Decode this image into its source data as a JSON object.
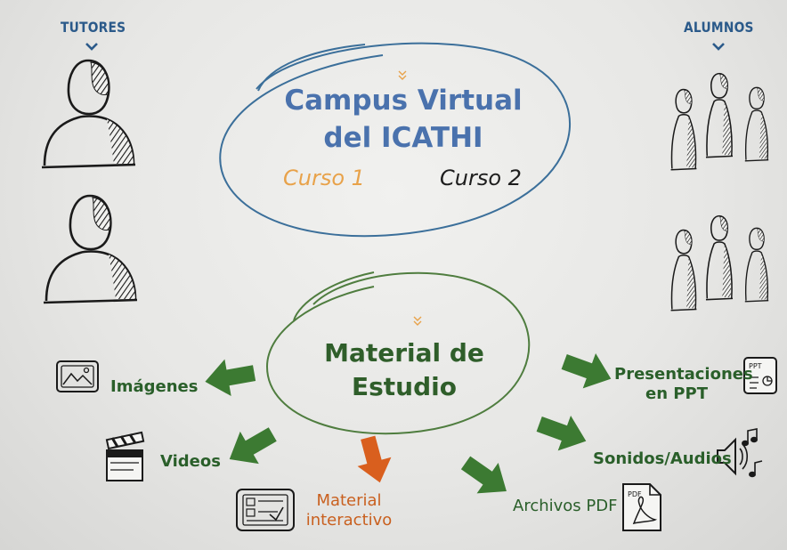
{
  "colors": {
    "role_label": "#2b5a8a",
    "hub_top_title": "#4a72ad",
    "hub_top_ring": "#3b6f9a",
    "hub_bottom_title": "#2f5e2a",
    "hub_bottom_ring": "#4f7d3f",
    "course_1": "#e8a24a",
    "course_2": "#1d1d1d",
    "arrow_green": "#3c7a32",
    "arrow_orange": "#d95f1e",
    "interactive_label": "#c9601f",
    "sketch": "#1a1a1a"
  },
  "roles": {
    "tutors": "TUTORES",
    "students": "ALUMNOS"
  },
  "top_hub": {
    "title_line1": "Campus Virtual",
    "title_line2": "del ICATHI",
    "course_1": "Curso 1",
    "course_2": "Curso 2"
  },
  "bottom_hub": {
    "title_line1": "Material de",
    "title_line2": "Estudio"
  },
  "materials": {
    "images": "Imágenes",
    "videos": "Videos",
    "interactive_line1": "Material",
    "interactive_line2": "interactivo",
    "pdf": "Archivos PDF",
    "audio": "Sonidos/Audios",
    "ppt_line1": "Presentaciones",
    "ppt_line2": "en PPT"
  },
  "icons": {
    "pdf_tag": "PDF",
    "ppt_tag": "PPT"
  }
}
